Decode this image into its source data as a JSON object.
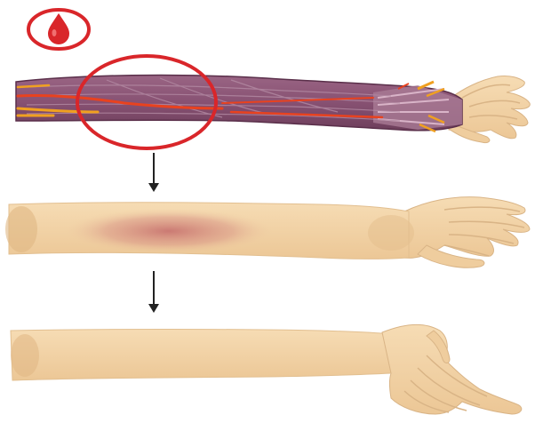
{
  "colors": {
    "blood_red": "#d9262a",
    "skin": "#f2d3a6",
    "skin_shadow": "#d9b486",
    "muscle": "#8f5a78",
    "muscle_dark": "#6e3f5c",
    "artery": "#e8421f",
    "tendon": "#f0a020",
    "bruise": "#c46a6a",
    "arrow": "#222222"
  },
  "icons": {
    "blood_drop": "blood-drop-icon"
  },
  "stages": [
    {
      "name": "exposed-forearm-muscles",
      "highlight": true
    },
    {
      "name": "bruised-forearm"
    },
    {
      "name": "wrist-drop-forearm"
    }
  ]
}
